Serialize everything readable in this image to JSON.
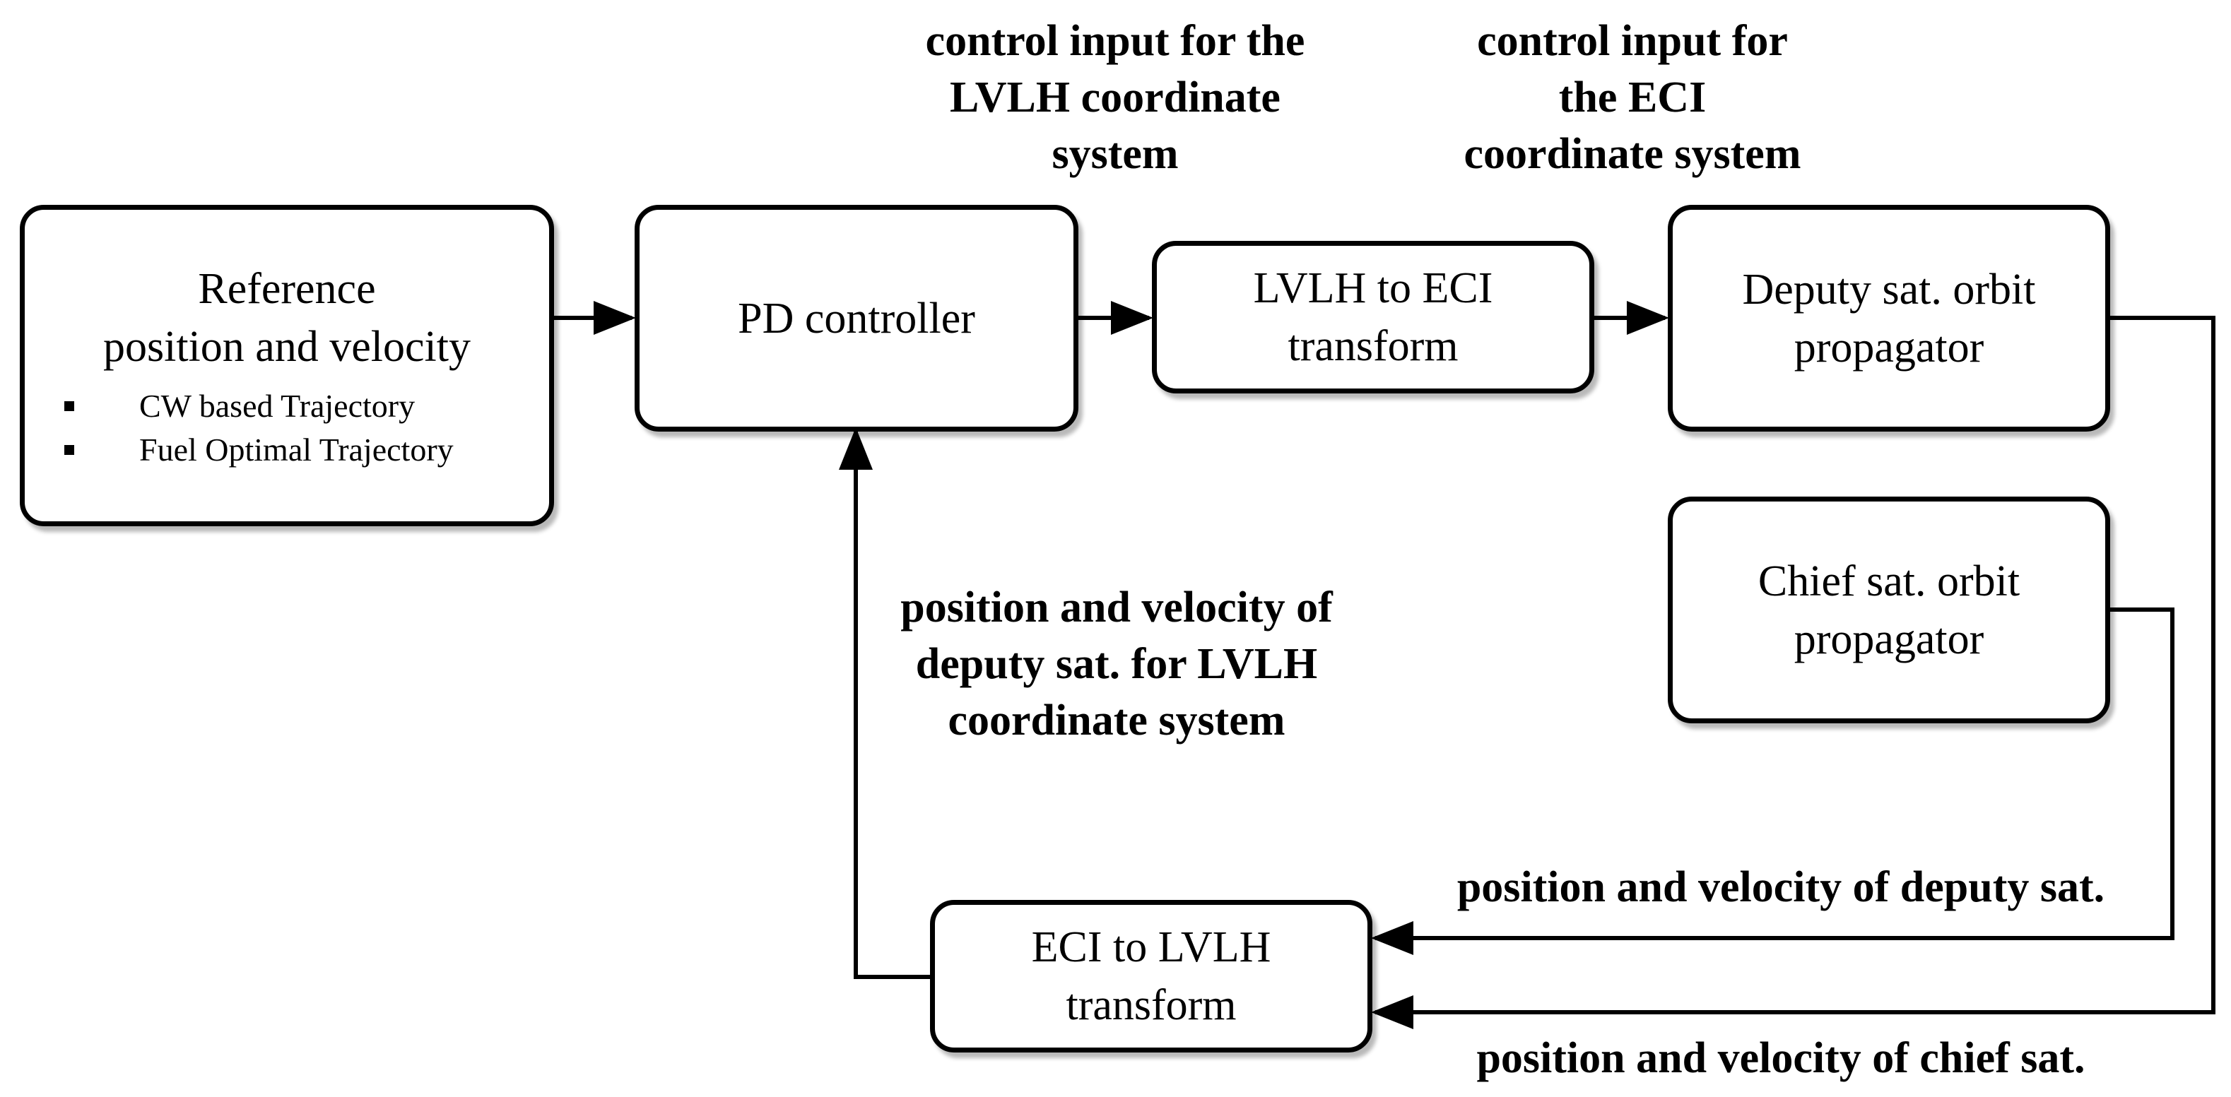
{
  "boxes": {
    "reference": {
      "title": "Reference\nposition and velocity",
      "bullets": [
        "CW based Trajectory",
        "Fuel Optimal Trajectory"
      ]
    },
    "pd_controller": {
      "title": "PD controller"
    },
    "lvlh_to_eci": {
      "title": "LVLH to ECI\ntransform"
    },
    "deputy_propagator": {
      "title": "Deputy sat. orbit\npropagator"
    },
    "chief_propagator": {
      "title": "Chief sat. orbit\npropagator"
    },
    "eci_to_lvlh": {
      "title": "ECI to LVLH\ntransform"
    }
  },
  "labels": {
    "control_input_lvlh": "control input for the\nLVLH coordinate\nsystem",
    "control_input_eci": "control input for\nthe ECI\ncoordinate system",
    "feedback_lvlh": "position and velocity of\ndeputy sat. for LVLH\ncoordinate system",
    "deputy_state": "position and velocity of deputy sat.",
    "chief_state": "position and velocity of chief sat."
  }
}
